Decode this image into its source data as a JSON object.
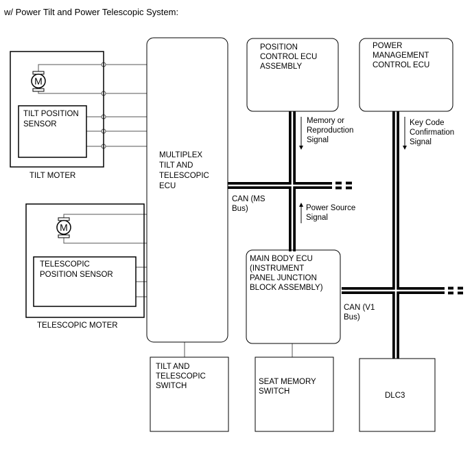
{
  "title": "w/ Power Tilt and Power Telescopic System:",
  "motor_symbol": "M",
  "labels": {
    "tilt_moter": "TILT MOTER",
    "telescopic_moter": "TELESCOPIC MOTER",
    "tilt_sensor": [
      "TILT POSITION",
      "SENSOR"
    ],
    "telescopic_sensor": [
      "TELESCOPIC",
      "POSITION SENSOR"
    ],
    "multiplex_ecu": [
      "MULTIPLEX",
      "TILT AND",
      "TELESCOPIC",
      "ECU"
    ],
    "position_ecu": [
      "POSITION",
      "CONTROL ECU",
      "ASSEMBLY"
    ],
    "power_mgmt_ecu": [
      "POWER",
      "MANAGEMENT",
      "CONTROL ECU"
    ],
    "main_body_ecu": [
      "MAIN BODY ECU",
      "(INSTRUMENT",
      "PANEL JUNCTION",
      "BLOCK ASSEMBLY)"
    ],
    "tilt_switch": [
      "TILT AND",
      "TELESCOPIC",
      "SWITCH"
    ],
    "seat_memory_switch": [
      "SEAT MEMORY",
      "SWITCH"
    ],
    "dlc3": "DLC3",
    "can_ms": [
      "CAN (MS",
      "Bus)"
    ],
    "can_v1": [
      "CAN (V1",
      "Bus)"
    ],
    "memory_signal": [
      "Memory or",
      "Reproduction",
      "Signal"
    ],
    "power_source_signal": [
      "Power Source",
      "Signal"
    ],
    "key_code_signal": [
      "Key Code",
      "Confirmation",
      "Signal"
    ]
  }
}
